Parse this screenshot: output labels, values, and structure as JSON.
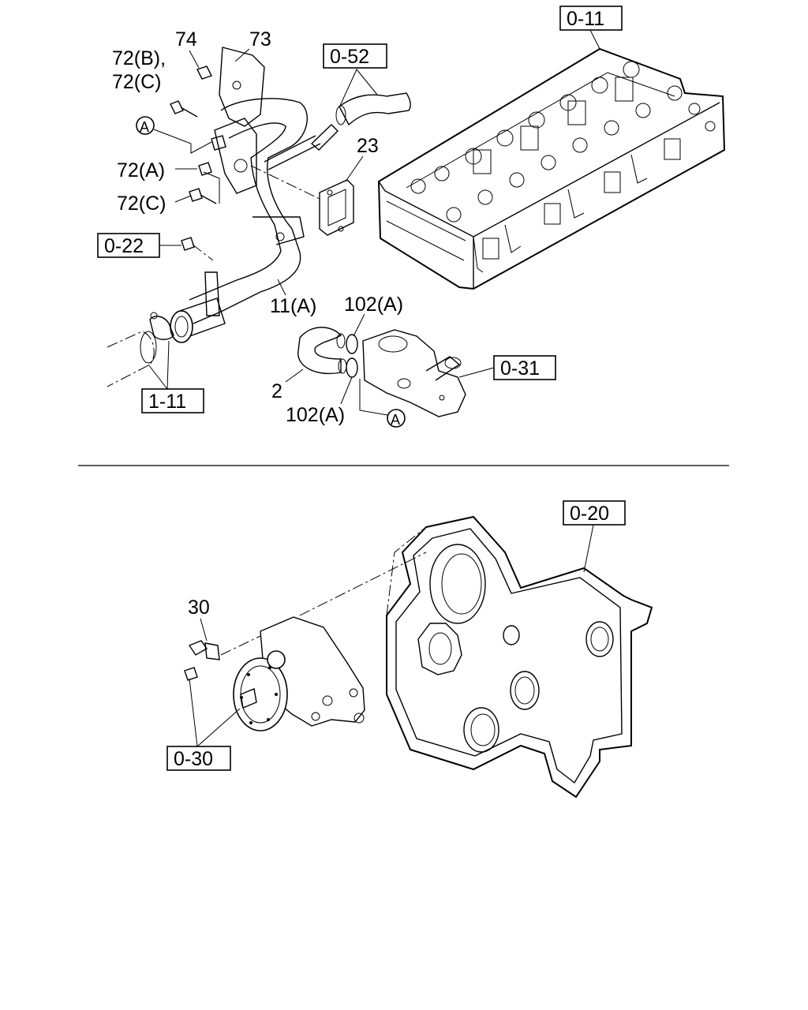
{
  "upper_section": {
    "part_labels": {
      "p74": "74",
      "p73": "73",
      "p72b": "72(B),",
      "p72c_top": "72(C)",
      "p72a": "72(A)",
      "p72c_bottom": "72(C)",
      "p23": "23",
      "p11a": "11(A)",
      "p102a_top": "102(A)",
      "p2": "2",
      "p102a_bottom": "102(A)"
    },
    "reference_boxes": {
      "r0_11": "0-11",
      "r0_52": "0-52",
      "r0_22": "0-22",
      "r0_31": "0-31",
      "r1_11": "1-11"
    },
    "circle_markers": {
      "marker_a_top": "A",
      "marker_a_bottom": "A"
    }
  },
  "lower_section": {
    "part_labels": {
      "p30": "30"
    },
    "reference_boxes": {
      "r0_20": "0-20",
      "r0_30": "0-30"
    }
  },
  "colors": {
    "ink": "#000000",
    "paper": "#ffffff"
  }
}
